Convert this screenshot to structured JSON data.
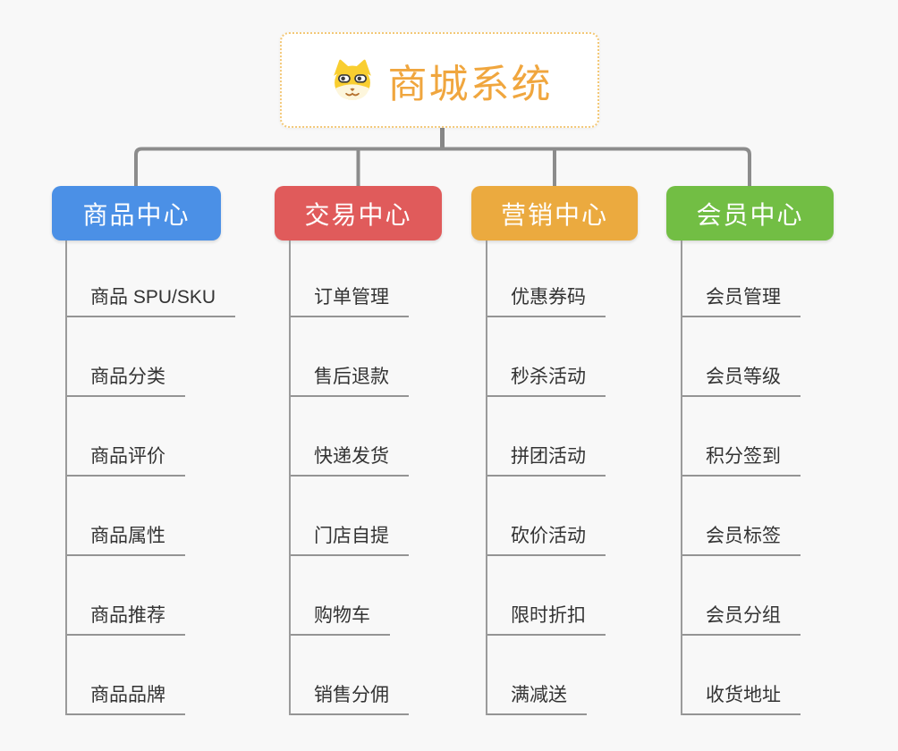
{
  "page": {
    "background_color": "#F8F8F8",
    "connector_color": "#8C8C8C"
  },
  "root": {
    "title": "商城系统",
    "icon": "dog-face-icon",
    "text_color": "#F0A63E",
    "border_color": "#F3C877"
  },
  "branches": [
    {
      "label": "商品中心",
      "color": "#4B90E6",
      "children": [
        "商品 SPU/SKU",
        "商品分类",
        "商品评价",
        "商品属性",
        "商品推荐",
        "商品品牌"
      ]
    },
    {
      "label": "交易中心",
      "color": "#E05B5B",
      "children": [
        "订单管理",
        "售后退款",
        "快递发货",
        "门店自提",
        "购物车",
        "销售分佣"
      ]
    },
    {
      "label": "营销中心",
      "color": "#EBAA3F",
      "children": [
        "优惠券码",
        "秒杀活动",
        "拼团活动",
        "砍价活动",
        "限时折扣",
        "满减送"
      ]
    },
    {
      "label": "会员中心",
      "color": "#72BE44",
      "children": [
        "会员管理",
        "会员等级",
        "积分签到",
        "会员标签",
        "会员分组",
        "收货地址"
      ]
    }
  ]
}
